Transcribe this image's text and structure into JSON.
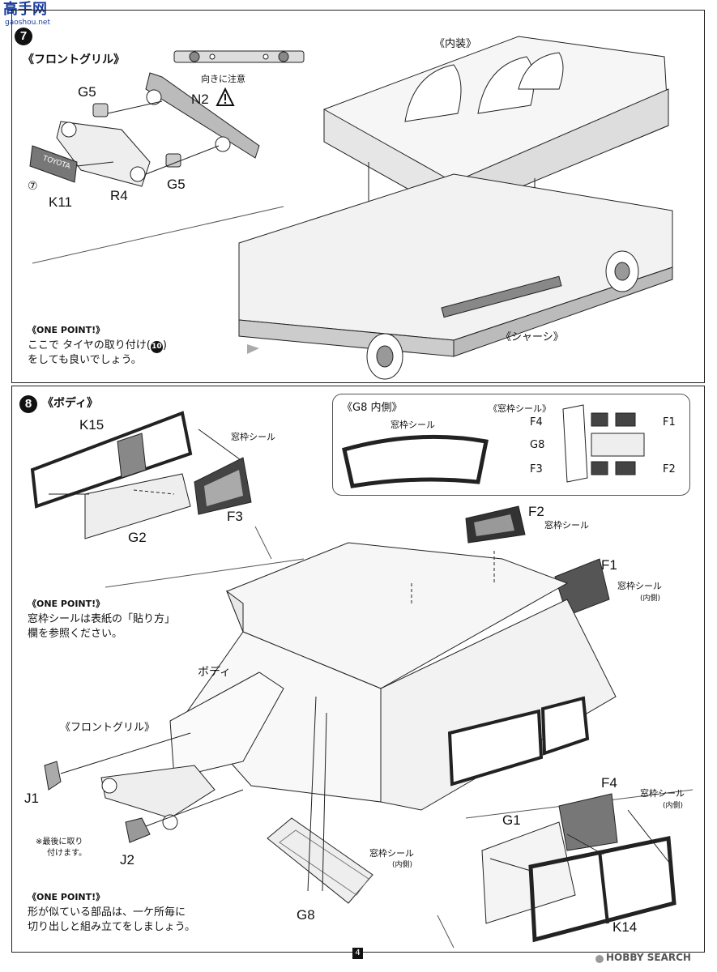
{
  "header": {
    "logo_text": "高手网",
    "logo_sub": "gaoshou.net"
  },
  "step7": {
    "number": "7",
    "front_grille_title": "《フロントグリル》",
    "n2_note": "向きに注意",
    "n2_label": "N2",
    "g5_top": "G5",
    "g5_bottom": "G5",
    "sticker_num": "⑦",
    "k11": "K11",
    "r4": "R4",
    "grille_badge": "TOYOTA",
    "interior_title": "《内装》",
    "chassis_title": "《シャーシ》",
    "onepoint_title": "《ONE POINT!》",
    "onepoint_line1": "ここで タイヤの取り付け(",
    "onepoint_ref": "10",
    "onepoint_line1_end": ")",
    "onepoint_line2": "をしても良いでしょう。"
  },
  "step8": {
    "number": "8",
    "body_title": "《ボディ》",
    "k15": "K15",
    "window_seal_1": "窓枠シール",
    "f3": "F3",
    "g2": "G2",
    "g8_inner_title": "《G8 内側》",
    "g8_seal": "窓枠シール",
    "window_seal_title": "《窓枠シール》",
    "f4_a": "F4",
    "f1_a": "F1",
    "g8_a": "G8",
    "f3_a": "F3",
    "f2_a": "F2",
    "f2": "F2",
    "f2_seal": "窓枠シール",
    "f1": "F1",
    "f1_seal": "窓枠シール",
    "f1_seal_inner": "(内側)",
    "onepoint_title": "《ONE POINT!》",
    "onepoint_line1": "窓枠シールは表紙の「貼り方」",
    "onepoint_line2": "欄を参照ください。",
    "body_label": "ボディ",
    "front_grille_title": "《フロントグリル》",
    "j1": "J1",
    "j2": "J2",
    "last_note_1": "※最後に取り",
    "last_note_2": "付けます。",
    "g8_seal_main": "窓枠シール",
    "g8_seal_main_inner": "(内側)",
    "g8": "G8",
    "f4": "F4",
    "f4_seal": "窓枠シール",
    "f4_seal_inner": "(内側)",
    "g1": "G1",
    "k14": "K14",
    "onepoint2_title": "《ONE POINT!》",
    "onepoint2_line1": "形が似ている部品は、一ケ所毎に",
    "onepoint2_line2": "切り出しと組み立てをしましょう。"
  },
  "footer": {
    "page_number": "4",
    "watermark": "HOBBY SEARCH"
  }
}
